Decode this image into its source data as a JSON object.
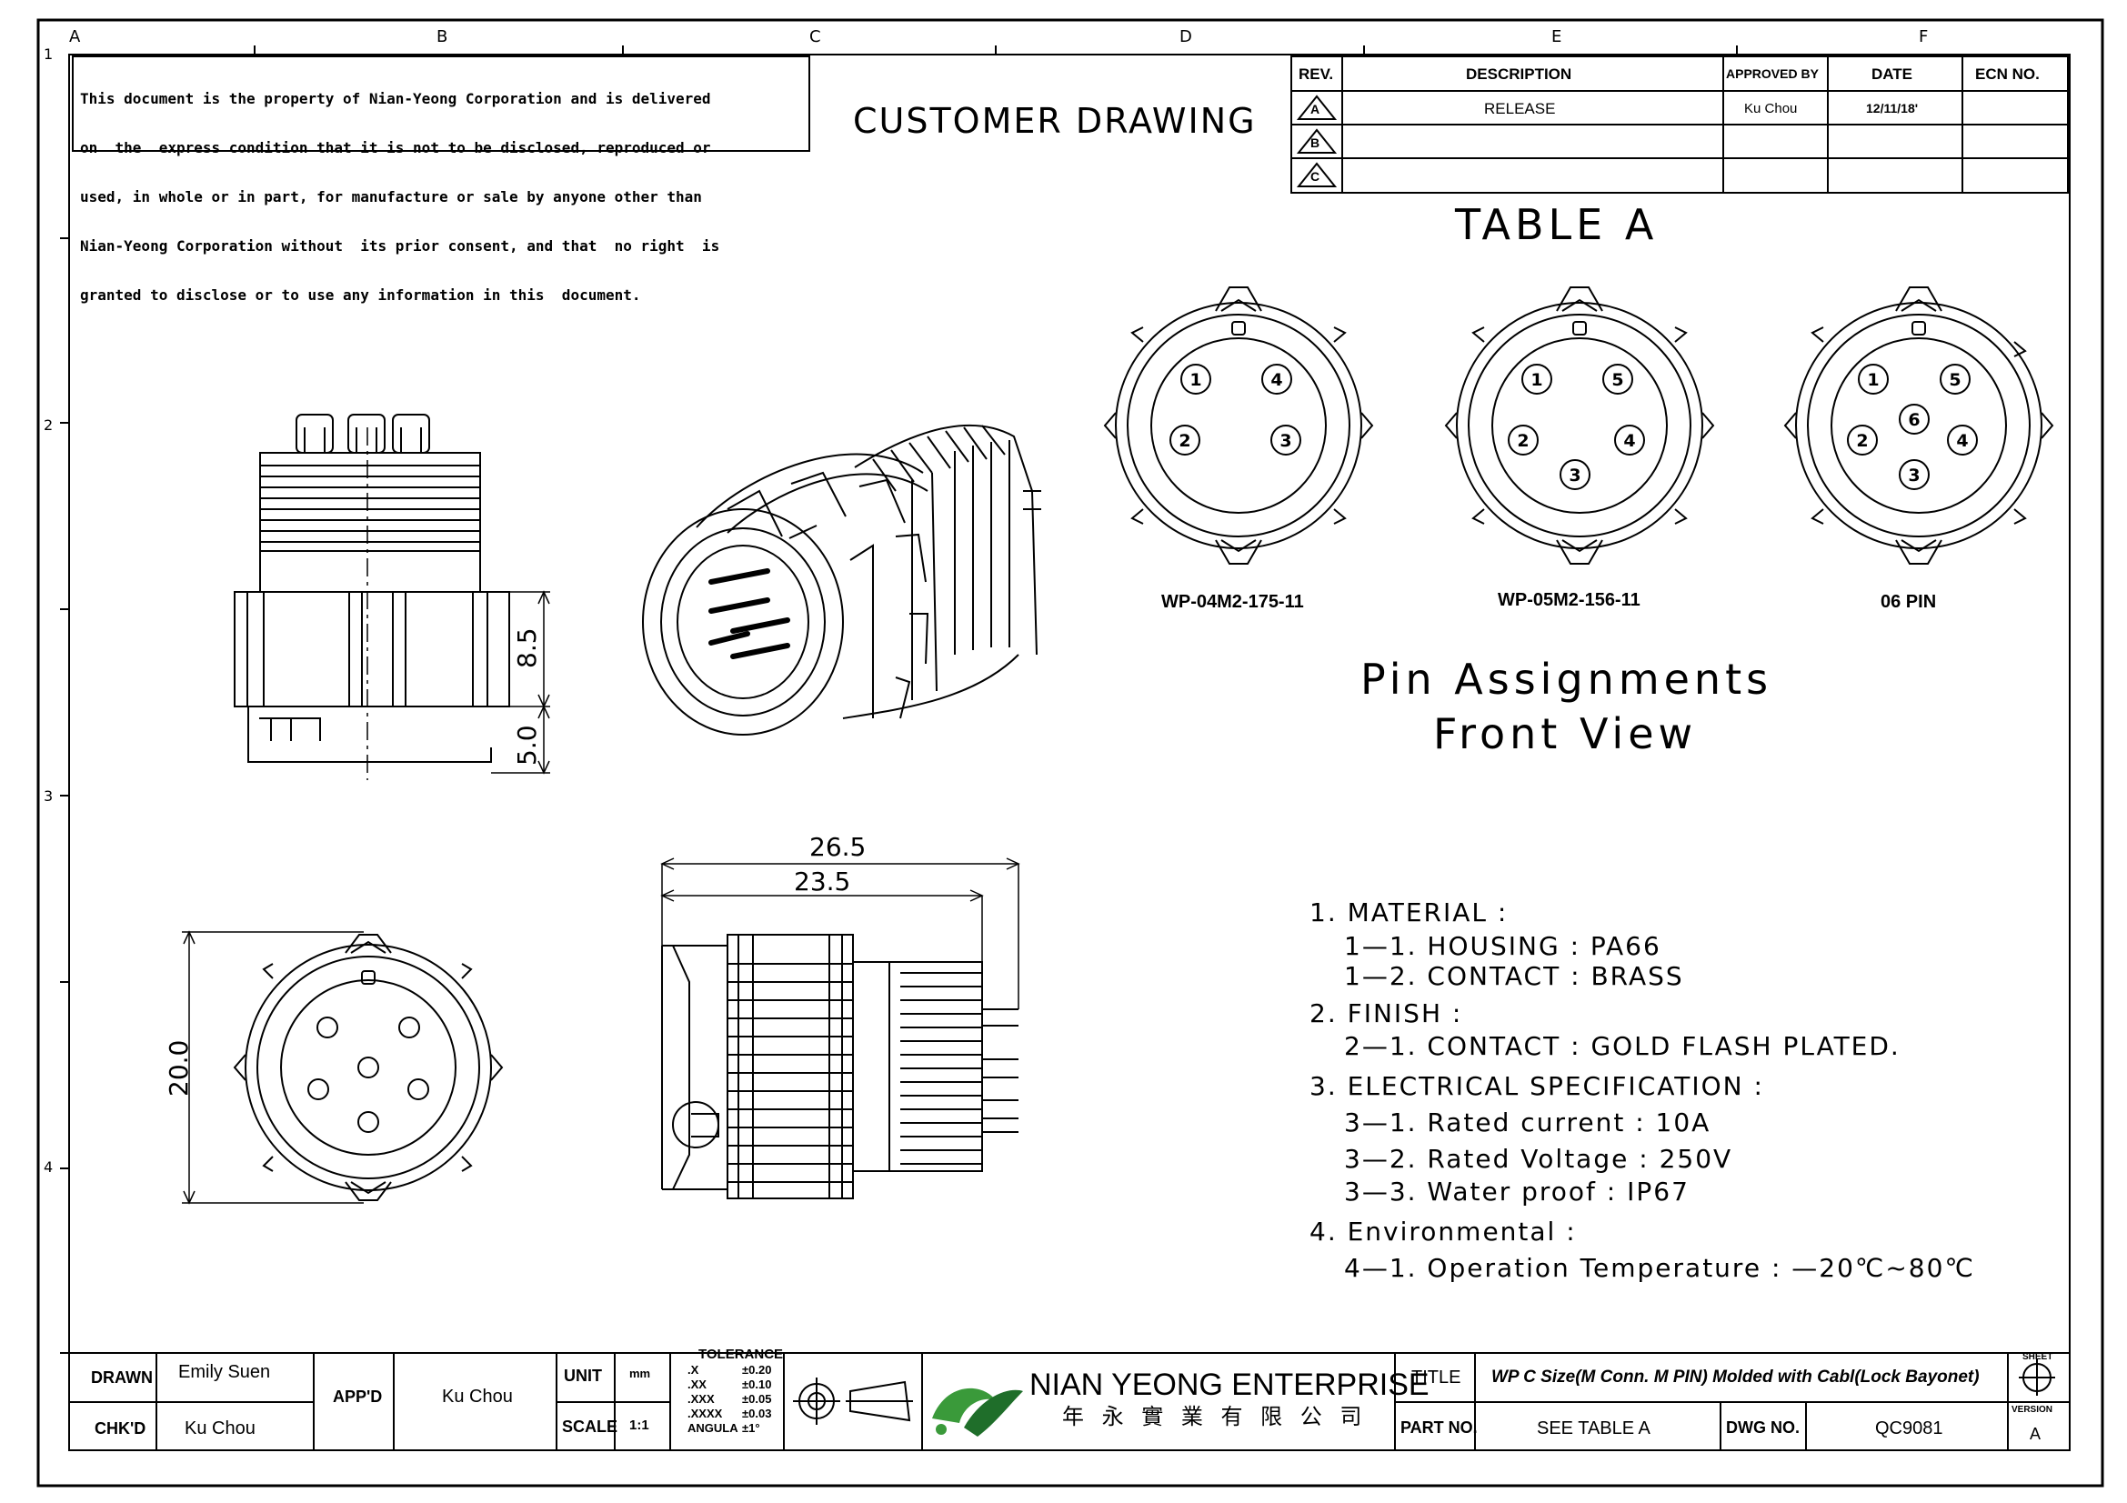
{
  "frame": {
    "col_letters": [
      "A",
      "B",
      "C",
      "D",
      "E",
      "F"
    ],
    "row_numbers": [
      "1",
      "2",
      "3",
      "4"
    ]
  },
  "disclaimer": [
    "This document is the property of Nian-Yeong Corporation and is delivered",
    "on  the  express condition that it is not to be disclosed, reproduced or",
    "used, in whole or in part, for manufacture or sale by anyone other than",
    "Nian-Yeong Corporation without  its prior consent, and that  no right  is",
    "granted to disclose or to use any information in this  document."
  ],
  "customer_drawing": "CUSTOMER  DRAWING",
  "revision_table": {
    "headers": [
      "REV.",
      "DESCRIPTION",
      "APPROVED BY",
      "DATE",
      "ECN NO."
    ],
    "rows": [
      {
        "rev": "A",
        "description": "RELEASE",
        "approved": "Ku Chou",
        "date": "12/11/18'",
        "ecn": ""
      },
      {
        "rev": "B",
        "description": "",
        "approved": "",
        "date": "",
        "ecn": ""
      },
      {
        "rev": "C",
        "description": "",
        "approved": "",
        "date": "",
        "ecn": ""
      }
    ]
  },
  "table_a_title": "TABLE  A",
  "pin_views": [
    {
      "label": "WP-04M2-175-11",
      "pins": [
        "1",
        "4",
        "2",
        "3"
      ]
    },
    {
      "label": "WP-05M2-156-11",
      "pins": [
        "1",
        "5",
        "2",
        "4",
        "3"
      ]
    },
    {
      "label": "06 PIN",
      "pins": [
        "1",
        "5",
        "6",
        "2",
        "4",
        "3"
      ]
    }
  ],
  "pin_assign_title": [
    "Pin  Assignments",
    "Front  View"
  ],
  "dimensions": {
    "d1": "8.5",
    "d2": "5.0",
    "d3": "26.5",
    "d4": "23.5",
    "d5": "20.0"
  },
  "specs": [
    {
      "indent": 0,
      "text": "1.  MATERIAL  :"
    },
    {
      "indent": 1,
      "text": "1—1.  HOUSING  :  PA66"
    },
    {
      "indent": 1,
      "text": "1—2.  CONTACT  :  BRASS"
    },
    {
      "indent": 0,
      "text": "2.  FINISH  :"
    },
    {
      "indent": 1,
      "text": "2—1.  CONTACT  :  GOLD  FLASH  PLATED."
    },
    {
      "indent": 0,
      "text": "3.  ELECTRICAL  SPECIFICATION  :"
    },
    {
      "indent": 1,
      "text": "3—1.  Rated  current  :  10A"
    },
    {
      "indent": 1,
      "text": "3—2.  Rated  Voltage  :  250V"
    },
    {
      "indent": 1,
      "text": "3—3.  Water  proof  :  IP67"
    },
    {
      "indent": 0,
      "text": "4.  Environmental  :"
    },
    {
      "indent": 1,
      "text": "4—1.  Operation  Temperature  :  —20℃~80℃"
    }
  ],
  "title_block": {
    "drawn_label": "DRAWN",
    "drawn": "Emily Suen",
    "chkd_label": "CHK'D",
    "chkd": "Ku Chou",
    "appd_label": "APP'D",
    "appd": "Ku Chou",
    "unit_label": "UNIT",
    "unit": "mm",
    "scale_label": "SCALE",
    "scale": "1:1",
    "tolerance_label": "TOLERANCE",
    "tolerances": [
      {
        "k": ".X",
        "v": "±0.20"
      },
      {
        "k": ".XX",
        "v": "±0.10"
      },
      {
        "k": ".XXX",
        "v": "±0.05"
      },
      {
        "k": ".XXXX",
        "v": "±0.03"
      },
      {
        "k": "ANGULA",
        "v": "±1°"
      }
    ],
    "company": "NIAN YEONG ENTERPRISE",
    "company_cn": "年 永 實 業 有 限 公 司",
    "title_label": "TITLE",
    "title": "WP C Size(M Conn. M PIN) Molded with Cabl(Lock Bayonet)",
    "part_label": "PART NO.",
    "part": "SEE TABLE A",
    "dwg_label": "DWG NO.",
    "dwg": "QC9081",
    "sheet_label": "SHEET",
    "version_label": "VERSION",
    "version": "A"
  },
  "colors": {
    "ink": "#000000",
    "logo_green": "#3a9a3a",
    "logo_dark": "#1f6e2a"
  }
}
